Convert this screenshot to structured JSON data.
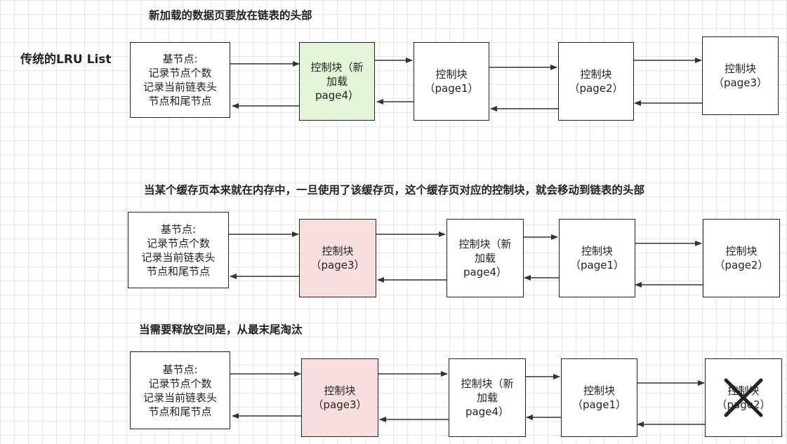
{
  "side_label": "传统的LRU List",
  "sections": [
    {
      "title": "新加载的数据页要放在链表的头部",
      "nodes": [
        {
          "lines": [
            "基节点:",
            "记录节点个数",
            "记录当前链表头",
            "节点和尾节点"
          ],
          "fill": "white"
        },
        {
          "lines": [
            "控制块（新",
            "加载",
            "page4）"
          ],
          "fill": "green"
        },
        {
          "lines": [
            "控制块",
            "（page1）"
          ],
          "fill": "white"
        },
        {
          "lines": [
            "控制块",
            "（page2）"
          ],
          "fill": "white"
        },
        {
          "lines": [
            "控制块",
            "（page3）"
          ],
          "fill": "white"
        }
      ]
    },
    {
      "title": "当某个缓存页本来就在内存中，一旦使用了该缓存页，这个缓存页对应的控制块，就会移动到链表的头部",
      "nodes": [
        {
          "lines": [
            "基节点:",
            "记录节点个数",
            "记录当前链表头",
            "节点和尾节点"
          ],
          "fill": "white"
        },
        {
          "lines": [
            "控制块",
            "（page3）"
          ],
          "fill": "pink"
        },
        {
          "lines": [
            "控制块（新",
            "加载",
            "page4）"
          ],
          "fill": "white"
        },
        {
          "lines": [
            "控制块",
            "（page1）"
          ],
          "fill": "white"
        },
        {
          "lines": [
            "控制块",
            "（page2）"
          ],
          "fill": "white"
        }
      ]
    },
    {
      "title": "当需要释放空间是，从最末尾淘汰",
      "nodes": [
        {
          "lines": [
            "基节点:",
            "记录节点个数",
            "记录当前链表头",
            "节点和尾节点"
          ],
          "fill": "white"
        },
        {
          "lines": [
            "控制块",
            "（page3）"
          ],
          "fill": "pink"
        },
        {
          "lines": [
            "控制块（新",
            "加载",
            "page4）"
          ],
          "fill": "white"
        },
        {
          "lines": [
            "控制块",
            "（page1）"
          ],
          "fill": "white"
        },
        {
          "lines": [
            "控制块",
            "（page2）"
          ],
          "fill": "white",
          "crossed_out": true
        }
      ]
    }
  ],
  "colors": {
    "green": "#e3f4d7",
    "pink": "#f8dede",
    "line": "#333333"
  },
  "icons": {
    "evicted_mark": "x-mark-icon"
  }
}
